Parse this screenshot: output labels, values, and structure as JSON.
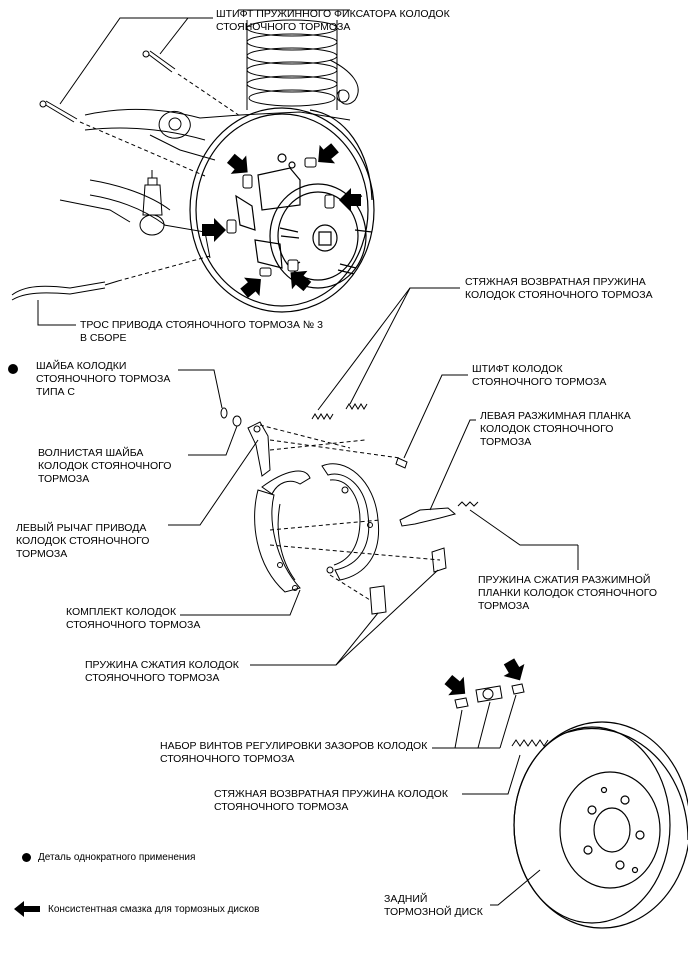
{
  "labels": {
    "pin_retainer": "ШТИФТ ПРУЖИННОГО ФИКСАТОРА КОЛОДОК\nСТОЯНОЧНОГО ТОРМОЗА",
    "cable": "ТРОС ПРИВОДА СТОЯНОЧНОГО ТОРМОЗА № 3\nВ СБОРЕ",
    "tension_spring_top": "СТЯЖНАЯ ВОЗВРАТНАЯ ПРУЖИНА\nКОЛОДОК СТОЯНОЧНОГО ТОРМОЗА",
    "washer_c": "ШАЙБА КОЛОДКИ\nСТОЯНОЧНОГО ТОРМОЗА\nТИПА С",
    "shoe_pin": "ШТИФТ КОЛОДОК\nСТОЯНОЧНОГО ТОРМОЗА",
    "wave_washer": "ВОЛНИСТАЯ ШАЙБА\nКОЛОДОК СТОЯНОЧНОГО\nТОРМОЗА",
    "strut_left": "ЛЕВАЯ РАЗЖИМНАЯ ПЛАНКА\nКОЛОДОК СТОЯНОЧНОГО\nТОРМОЗА",
    "lever_left": "ЛЕВЫЙ РЫЧАГ ПРИВОДА\nКОЛОДОК СТОЯНОЧНОГО\nТОРМОЗА",
    "strut_spring": "ПРУЖИНА СЖАТИЯ РАЗЖИМНОЙ\nПЛАНКИ КОЛОДОК СТОЯНОЧНОГО\nТОРМОЗА",
    "shoe_set": "КОМПЛЕКТ КОЛОДОК\nСТОЯНОЧНОГО ТОРМОЗА",
    "hold_spring": "ПРУЖИНА СЖАТИЯ КОЛОДОК\nСТОЯНОЧНОГО ТОРМОЗА",
    "adjuster": "НАБОР ВИНТОВ РЕГУЛИРОВКИ ЗАЗОРОВ КОЛОДОК\nСТОЯНОЧНОГО ТОРМОЗА",
    "tension_spring_bottom": "СТЯЖНАЯ ВОЗВРАТНАЯ ПРУЖИНА КОЛОДОК\nСТОЯНОЧНОГО ТОРМОЗА",
    "disc": "ЗАДНИЙ\nТОРМОЗНОЙ ДИСК"
  },
  "legend": {
    "non_reusable": "Деталь однократного применения",
    "grease": "Консистентная смазка для тормозных дисков"
  },
  "colors": {
    "ink": "#000000",
    "background": "#ffffff"
  }
}
